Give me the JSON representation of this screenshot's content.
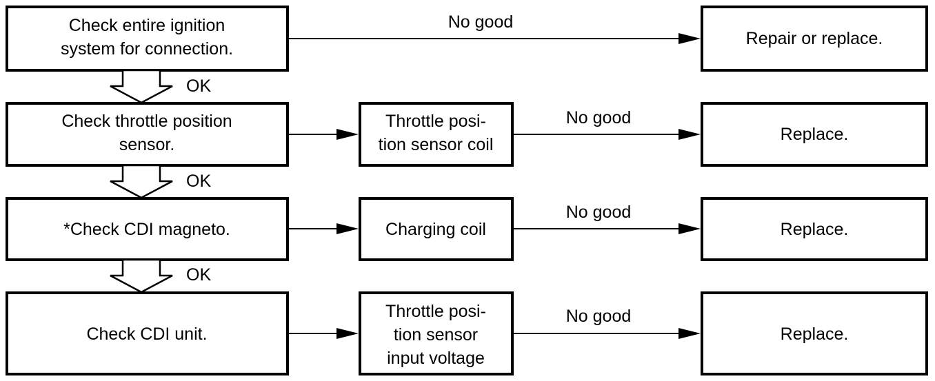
{
  "steps": [
    {
      "lines": [
        "Check entire ignition",
        "system for connection."
      ]
    },
    {
      "lines": [
        "Check throttle position",
        "sensor."
      ]
    },
    {
      "lines": [
        "*Check CDI magneto."
      ]
    },
    {
      "lines": [
        "Check CDI unit."
      ]
    }
  ],
  "middle_checks": [
    {
      "lines": [
        "Throttle posi-",
        "tion sensor coil"
      ]
    },
    {
      "lines": [
        "Charging coil"
      ]
    },
    {
      "lines": [
        "Throttle posi-",
        "tion sensor",
        "input voltage"
      ]
    }
  ],
  "remedies": [
    {
      "lines": [
        "Repair or replace."
      ]
    },
    {
      "lines": [
        "Replace."
      ]
    },
    {
      "lines": [
        "Replace."
      ]
    },
    {
      "lines": [
        "Replace."
      ]
    }
  ],
  "labels": {
    "no_good": "No good",
    "ok": "OK"
  }
}
